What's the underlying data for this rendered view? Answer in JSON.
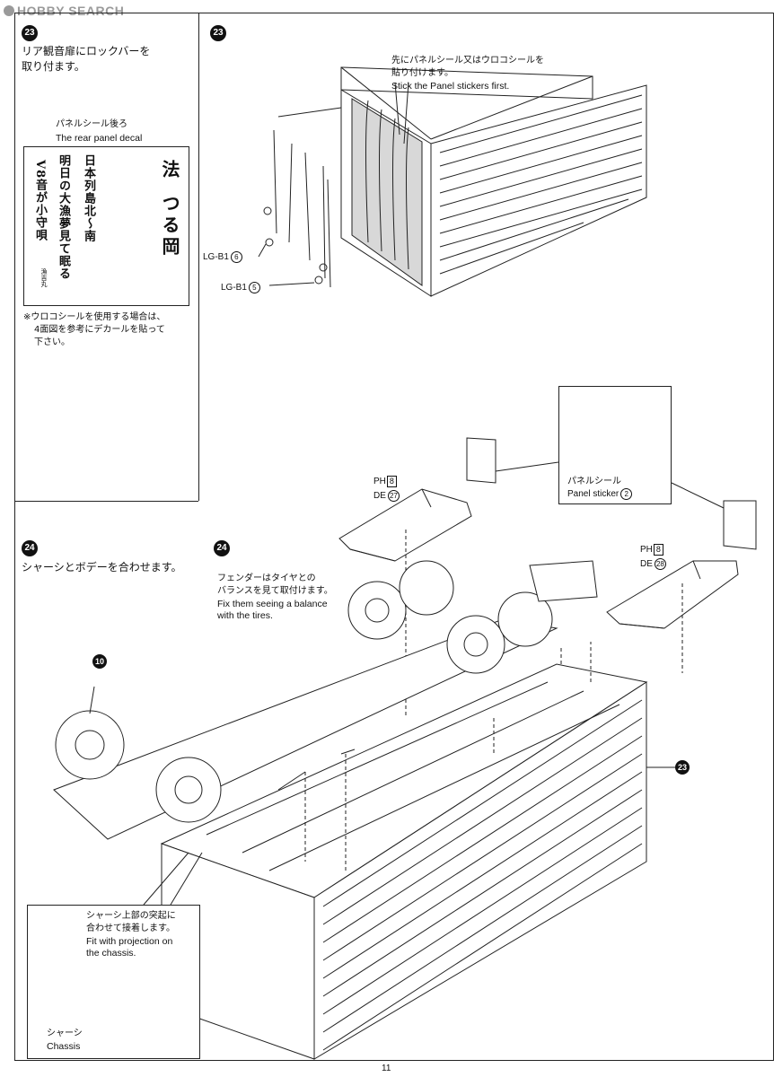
{
  "watermark": "HOBBY SEARCH",
  "page_number": "11",
  "step23_left": {
    "number": "23",
    "instruction_jp_1": "リア観音扉にロックバーを",
    "instruction_jp_2": "取り付ます。",
    "decal_caption_jp": "パネルシール後ろ",
    "decal_caption_en": "The rear panel decal",
    "decal_text": {
      "col1": "日本列島北〜南",
      "col2": "明日の大漁夢見て眠る",
      "col3": "V8音が小守唄",
      "small_a": "漁吉丸",
      "emblem_a": "法",
      "emblem_b": "つる岡"
    },
    "note_jp_1": "※ウロコシールを使用する場合は、",
    "note_jp_2": "4面図を参考にデカールを貼って",
    "note_jp_3": "下さい。"
  },
  "step23_right": {
    "number": "23",
    "note_jp_1": "先にパネルシール又はウロコシールを",
    "note_jp_2": "貼り付けます。",
    "note_en": "Stick the Panel stickers first.",
    "part_a": "LG-B1",
    "part_a_num": "6",
    "part_b": "LG-B1",
    "part_b_num": "5"
  },
  "step24_left": {
    "number": "24",
    "instruction_jp": "シャーシとボデーを合わせます。",
    "callout_10": "10"
  },
  "step24_right": {
    "number": "24",
    "note_jp_1": "フェンダーはタイヤとの",
    "note_jp_2": "バランスを見て取付けます。",
    "note_en_1": "Fix them seeing a balance",
    "note_en_2": "with the tires.",
    "fender_left_ph": "PH",
    "fender_left_ph_num": "8",
    "fender_left_de": "DE",
    "fender_left_de_num": "27",
    "fender_right_ph": "PH",
    "fender_right_ph_num": "8",
    "fender_right_de": "DE",
    "fender_right_de_num": "28",
    "panel_sticker_jp": "パネルシール",
    "panel_sticker_en": "Panel sticker",
    "panel_sticker_num": "2",
    "body_callout": "23"
  },
  "inset_chassis": {
    "text_jp_1": "シャーシ上部の突起に",
    "text_jp_2": "合わせて接着します。",
    "text_en_1": "Fit with projection on",
    "text_en_2": "the chassis.",
    "label_jp": "シャーシ",
    "label_en": "Chassis"
  }
}
